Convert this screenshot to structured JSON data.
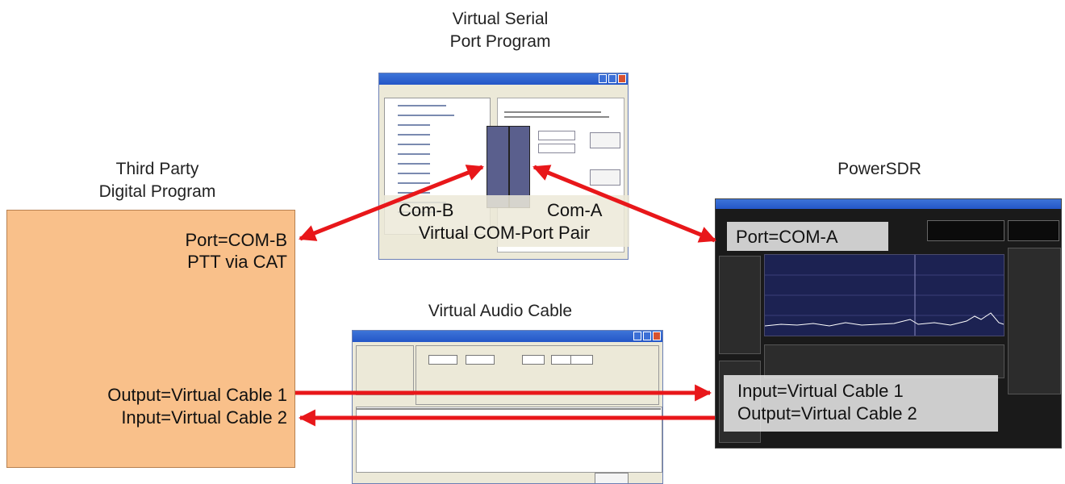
{
  "titles": {
    "serial_line1": "Virtual Serial",
    "serial_line2": "Port Program",
    "third_line1": "Third Party",
    "third_line2": "Digital Program",
    "powersdr": "PowerSDR",
    "audio": "Virtual Audio Cable"
  },
  "third_party": {
    "port": "Port=COM-B",
    "ptt": "PTT via CAT",
    "output": "Output=Virtual Cable 1",
    "input": "Input=Virtual Cable 2"
  },
  "serial": {
    "com_b": "Com-B",
    "com_a": "Com-A",
    "pair": "Virtual COM-Port Pair"
  },
  "powersdr_labels": {
    "port": "Port=COM-A",
    "input": "Input=Virtual Cable 1",
    "output": "Output=Virtual Cable 2"
  },
  "colors": {
    "arrow": "#e8171a",
    "third_box": "#f9c08a",
    "port_pair": "#5a5f8d"
  }
}
